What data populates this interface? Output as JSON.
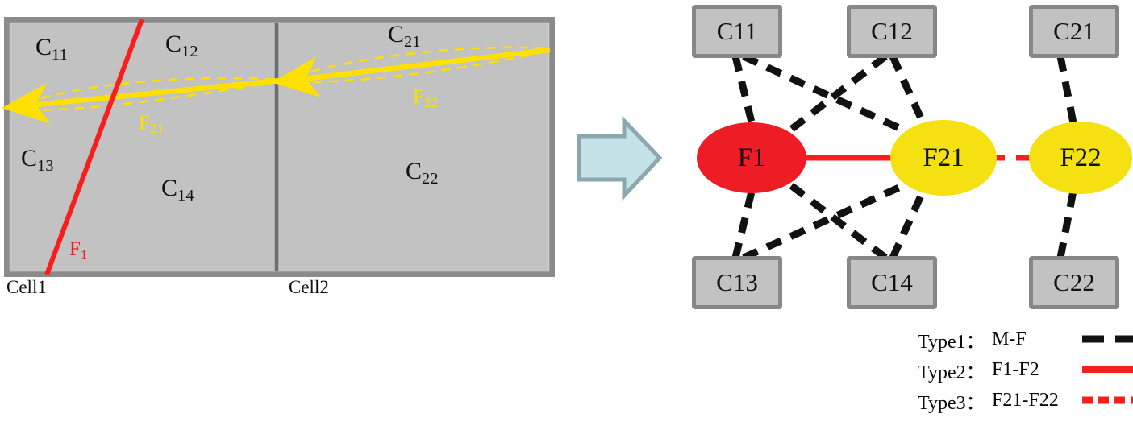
{
  "figure": {
    "kind": "conceptual-diagram",
    "description": "Left: two-cell matrix block with fractures. Right: equivalent connectivity graph with legend."
  },
  "left_panel": {
    "cells": [
      {
        "id": "cell1",
        "name": "Cell1"
      },
      {
        "id": "cell2",
        "name": "Cell2"
      }
    ],
    "matrix_blocks": [
      {
        "id": "C11",
        "base": "C",
        "sub": "11"
      },
      {
        "id": "C12",
        "base": "C",
        "sub": "12"
      },
      {
        "id": "C13",
        "base": "C",
        "sub": "13"
      },
      {
        "id": "C14",
        "base": "C",
        "sub": "14"
      },
      {
        "id": "C21",
        "base": "C",
        "sub": "21"
      },
      {
        "id": "C22",
        "base": "C",
        "sub": "22"
      }
    ],
    "fractures": [
      {
        "id": "F1",
        "base": "F",
        "sub": "1",
        "color": "#f01818",
        "style": "solid",
        "note": "red fracture crossing Cell1"
      },
      {
        "id": "F21",
        "base": "F",
        "sub": "21",
        "color": "#ffe000",
        "style": "solid-with-dashed-envelope",
        "note": "yellow fracture segment inside Cell1"
      },
      {
        "id": "F22",
        "base": "F",
        "sub": "22",
        "color": "#ffe000",
        "style": "solid-with-dashed-envelope",
        "note": "yellow fracture segment inside Cell2"
      }
    ],
    "colors": {
      "matrix_fill": "#c2c2c2",
      "matrix_border": "#878787",
      "divider": "#6e6e6e"
    }
  },
  "transform_arrow": {
    "name": "right-arrow",
    "fill": "#c4e2e8",
    "stroke": "#8aa8ae"
  },
  "graph_panel": {
    "boxes": [
      {
        "id": "C11",
        "base": "C",
        "sub": "11"
      },
      {
        "id": "C12",
        "base": "C",
        "sub": "12"
      },
      {
        "id": "C21",
        "base": "C",
        "sub": "21"
      },
      {
        "id": "C13",
        "base": "C",
        "sub": "13"
      },
      {
        "id": "C14",
        "base": "C",
        "sub": "14"
      },
      {
        "id": "C22",
        "base": "C",
        "sub": "22"
      }
    ],
    "ellipses": [
      {
        "id": "F1",
        "base": "F",
        "sub": "1",
        "fill": "#ee1c25"
      },
      {
        "id": "F21",
        "base": "F",
        "sub": "21",
        "fill": "#f5e011"
      },
      {
        "id": "F22",
        "base": "F",
        "sub": "22",
        "fill": "#f5e011"
      }
    ],
    "edges": [
      {
        "from": "C11",
        "to": "F1",
        "type": "Type1"
      },
      {
        "from": "C11",
        "to": "F21",
        "type": "Type1"
      },
      {
        "from": "C12",
        "to": "F1",
        "type": "Type1"
      },
      {
        "from": "C12",
        "to": "F21",
        "type": "Type1"
      },
      {
        "from": "C13",
        "to": "F1",
        "type": "Type1"
      },
      {
        "from": "C13",
        "to": "F21",
        "type": "Type1"
      },
      {
        "from": "C14",
        "to": "F1",
        "type": "Type1"
      },
      {
        "from": "C14",
        "to": "F21",
        "type": "Type1"
      },
      {
        "from": "C21",
        "to": "F22",
        "type": "Type1"
      },
      {
        "from": "C22",
        "to": "F22",
        "type": "Type1"
      },
      {
        "from": "F1",
        "to": "F21",
        "type": "Type2"
      },
      {
        "from": "F21",
        "to": "F22",
        "type": "Type3"
      }
    ],
    "colors": {
      "box_fill": "#c2c2c2",
      "box_border": "#878787",
      "edge_black": "#111111",
      "edge_red": "#f71e1e"
    }
  },
  "legend": {
    "rows": [
      {
        "type": "Type1：",
        "desc": "M-F",
        "sample": "black-dashed",
        "color": "#111111"
      },
      {
        "type": "Type2：",
        "desc": "F1-F2",
        "sample": "red-solid",
        "color": "#f71e1e"
      },
      {
        "type": "Type3：",
        "desc": "F21-F22",
        "sample": "red-dashed",
        "color": "#f71e1e"
      }
    ]
  }
}
